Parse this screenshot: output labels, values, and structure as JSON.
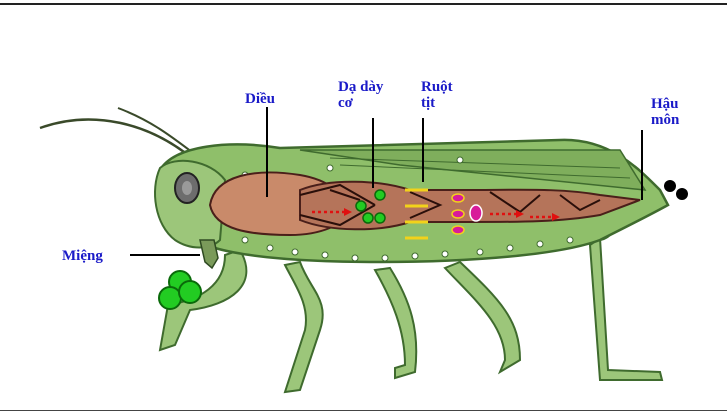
{
  "labels": {
    "dieu": "Diều",
    "da_day_1": "Dạ dày",
    "da_day_2": "cơ",
    "ruot_1": "Ruột",
    "ruot_2": "tịt",
    "hau_1": "Hậu",
    "hau_2": "môn",
    "mieng": "Miệng"
  },
  "colors": {
    "label": "#1a1ac8",
    "body_green": "#8fbf6a",
    "body_dark": "#3f6b2e",
    "gut_brown": "#c98a6a",
    "gut_dark": "#4a1f1a",
    "food_green": "#22cc22",
    "ruot_yellow": "#f2d21a",
    "particle_pink": "#d81b9a",
    "arrow_red": "#e01010",
    "waste_black": "#000000"
  }
}
